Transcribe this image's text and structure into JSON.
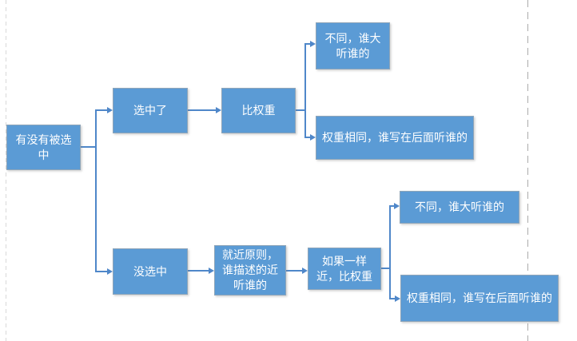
{
  "colors": {
    "node_fill": "#5B9BD5",
    "node_text": "#ffffff",
    "connector": "#4f87c9",
    "guide_right": "#ababab",
    "guide_left": "#d9d9d9"
  },
  "nodes": {
    "root": {
      "label": "有没有被选\n中"
    },
    "selected": {
      "label": "选中了"
    },
    "compare_weight": {
      "label": "比权重"
    },
    "top_diff": {
      "label": "不同，谁大\n听谁的"
    },
    "top_same": {
      "label": "权重相同，谁写在后面听谁的"
    },
    "not_selected": {
      "label": "没选中"
    },
    "proximity": {
      "label": "就近原则，\n谁描述的近\n听谁的"
    },
    "if_same_near": {
      "label": "如果一样\n近，比权重"
    },
    "bot_diff": {
      "label": "不同，谁大听谁的"
    },
    "bot_same": {
      "label": "权重相同，谁写在后面听谁的"
    }
  }
}
